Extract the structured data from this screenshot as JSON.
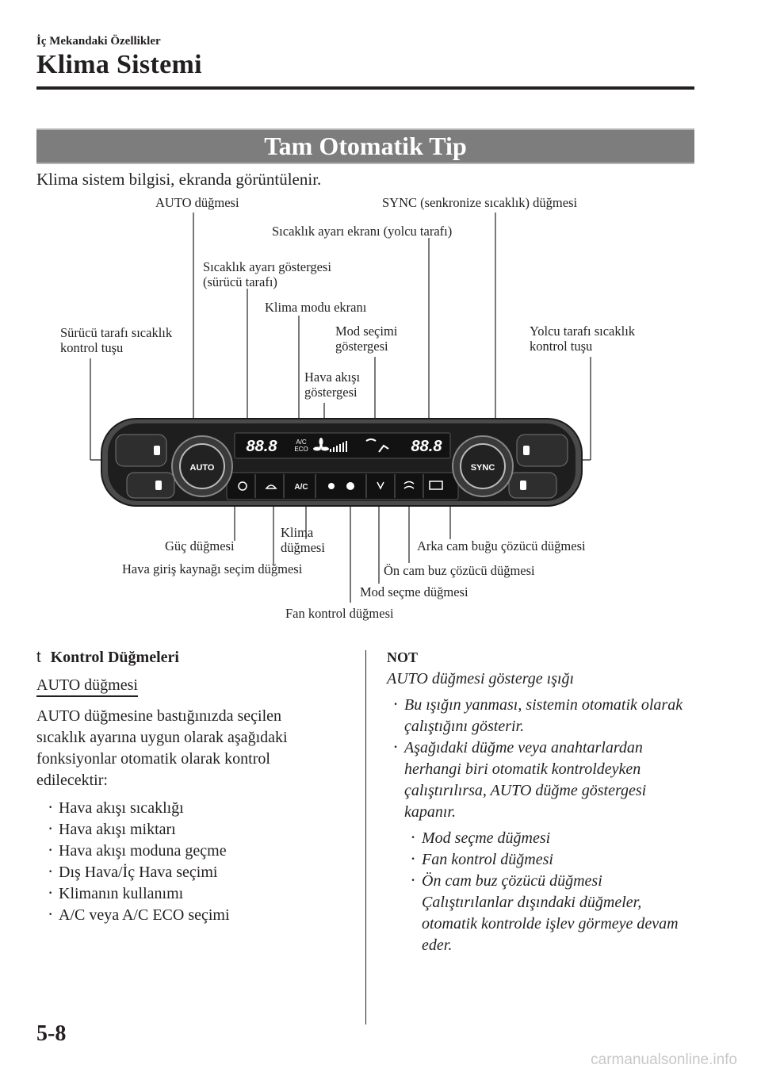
{
  "header": {
    "chapter": "İç Mekandaki Özellikler",
    "title": "Klima Sistemi"
  },
  "section": {
    "banner": "Tam Otomatik Tip",
    "intro": "Klima sistem bilgisi, ekranda görüntülenir."
  },
  "diagram": {
    "labels": {
      "auto_button": "AUTO düğmesi",
      "sync_button": "SYNC (senkronize sıcaklık) düğmesi",
      "passenger_temp_display": "Sıcaklık ayarı ekranı (yolcu tarafı)",
      "driver_temp_indicator_1": "Sıcaklık ayarı göstergesi",
      "driver_temp_indicator_2": "(sürücü tarafı)",
      "ac_mode_display": "Klima modu ekranı",
      "driver_temp_dial_1": "Sürücü tarafı sıcaklık",
      "driver_temp_dial_2": "kontrol tuşu",
      "mode_indicator_1": "Mod seçimi",
      "mode_indicator_2": "göstergesi",
      "passenger_temp_dial_1": "Yolcu tarafı sıcaklık",
      "passenger_temp_dial_2": "kontrol tuşu",
      "airflow_indicator_1": "Hava akışı",
      "airflow_indicator_2": "göstergesi",
      "power_button": "Güç düğmesi",
      "ac_button_1": "Klima",
      "ac_button_2": "düğmesi",
      "rear_defroster": "Arka cam buğu çözücü düğmesi",
      "intake_button": "Hava giriş kaynağı seçim düğmesi",
      "front_defroster": "Ön cam buz çözücü düğmesi",
      "mode_button": "Mod seçme düğmesi",
      "fan_button": "Fan kontrol düğmesi"
    },
    "panel": {
      "auto_knob_text": "AUTO",
      "sync_knob_text": "SYNC",
      "ac_key_text": "A/C",
      "left_temp_value": "88.8",
      "right_temp_value": "88.8",
      "ac_eco_badge_1": "A/C",
      "ac_eco_badge_2": "ECO"
    }
  },
  "left_column": {
    "heading_marker": "t",
    "heading": "Kontrol Düğmeleri",
    "subheading": "AUTO düğmesi",
    "paragraph": "AUTO düğmesine bastığınızda seçilen sıcaklık ayarına uygun olarak aşağıdaki fonksiyonlar otomatik olarak kontrol edilecektir:",
    "items": [
      "Hava akışı sıcaklığı",
      "Hava akışı miktarı",
      "Hava akışı moduna geçme",
      "Dış Hava/İç Hava seçimi",
      "Klimanın kullanımı",
      "A/C veya A/C ECO seçimi"
    ]
  },
  "right_column": {
    "note_title": "NOT",
    "note_subtitle": "AUTO düğmesi gösterge ışığı",
    "bullets": [
      "Bu ışığın yanması, sistemin otomatik olarak çalıştığını gösterir.",
      "Aşağıdaki düğme veya anahtarlardan herhangi biri otomatik kontroldeyken çalıştırılırsa, AUTO düğme göstergesi kapanır."
    ],
    "sub_items": [
      "Mod seçme düğmesi",
      "Fan kontrol düğmesi",
      "Ön cam buz çözücü düğmesi"
    ],
    "closing": "Çalıştırılanlar dışındaki düğmeler, otomatik kontrolde işlev görmeye devam eder."
  },
  "footer": {
    "page_number": "5-8",
    "watermark": "carmanualsonline.info"
  }
}
